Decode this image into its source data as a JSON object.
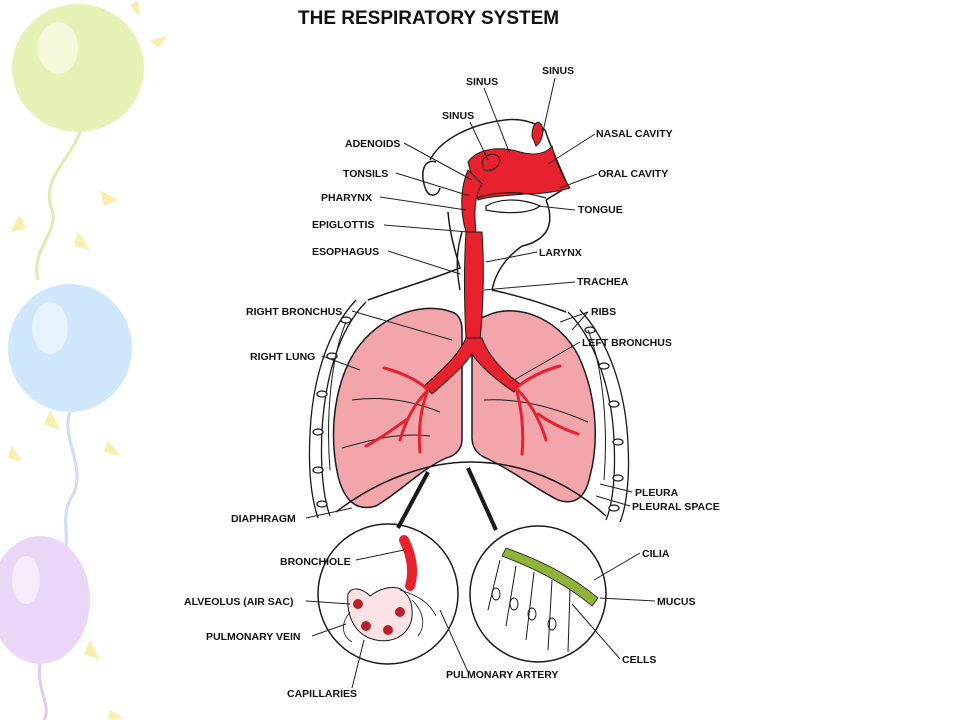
{
  "title": "THE RESPIRATORY SYSTEM",
  "colors": {
    "airway_red": "#e8212e",
    "lung_pink": "#f2a6ab",
    "outline": "#1a1a1a",
    "cilia_green": "#8fb23a",
    "balloon_green": "#e4f2b6",
    "balloon_blue": "#cfe7fb",
    "balloon_purple": "#ead7f7",
    "sunray_yellow": "#f6ec9a"
  },
  "labels": {
    "sinus_top": "SINUS",
    "sinus_mid": "SINUS",
    "sinus_left": "SINUS",
    "nasal_cavity": "NASAL CAVITY",
    "adenoids": "ADENOIDS",
    "oral_cavity": "ORAL CAVITY",
    "tonsils": "TONSILS",
    "pharynx": "PHARYNX",
    "tongue": "TONGUE",
    "epiglottis": "EPIGLOTTIS",
    "larynx": "LARYNX",
    "esophagus": "ESOPHAGUS",
    "trachea": "TRACHEA",
    "right_bronchus": "RIGHT BRONCHUS",
    "ribs": "RIBS",
    "left_bronchus": "LEFT BRONCHUS",
    "right_lung": "RIGHT LUNG",
    "pleura": "PLEURA",
    "pleural_space": "PLEURAL SPACE",
    "diaphragm": "DIAPHRAGM",
    "bronchiole": "BRONCHIOLE",
    "cilia": "CILIA",
    "alveolus": "ALVEOLUS (AIR SAC)",
    "mucus": "MUCUS",
    "pulmonary_vein": "PULMONARY VEIN",
    "cells": "CELLS",
    "pulmonary_artery": "PULMONARY ARTERY",
    "capillaries": "CAPILLARIES"
  }
}
